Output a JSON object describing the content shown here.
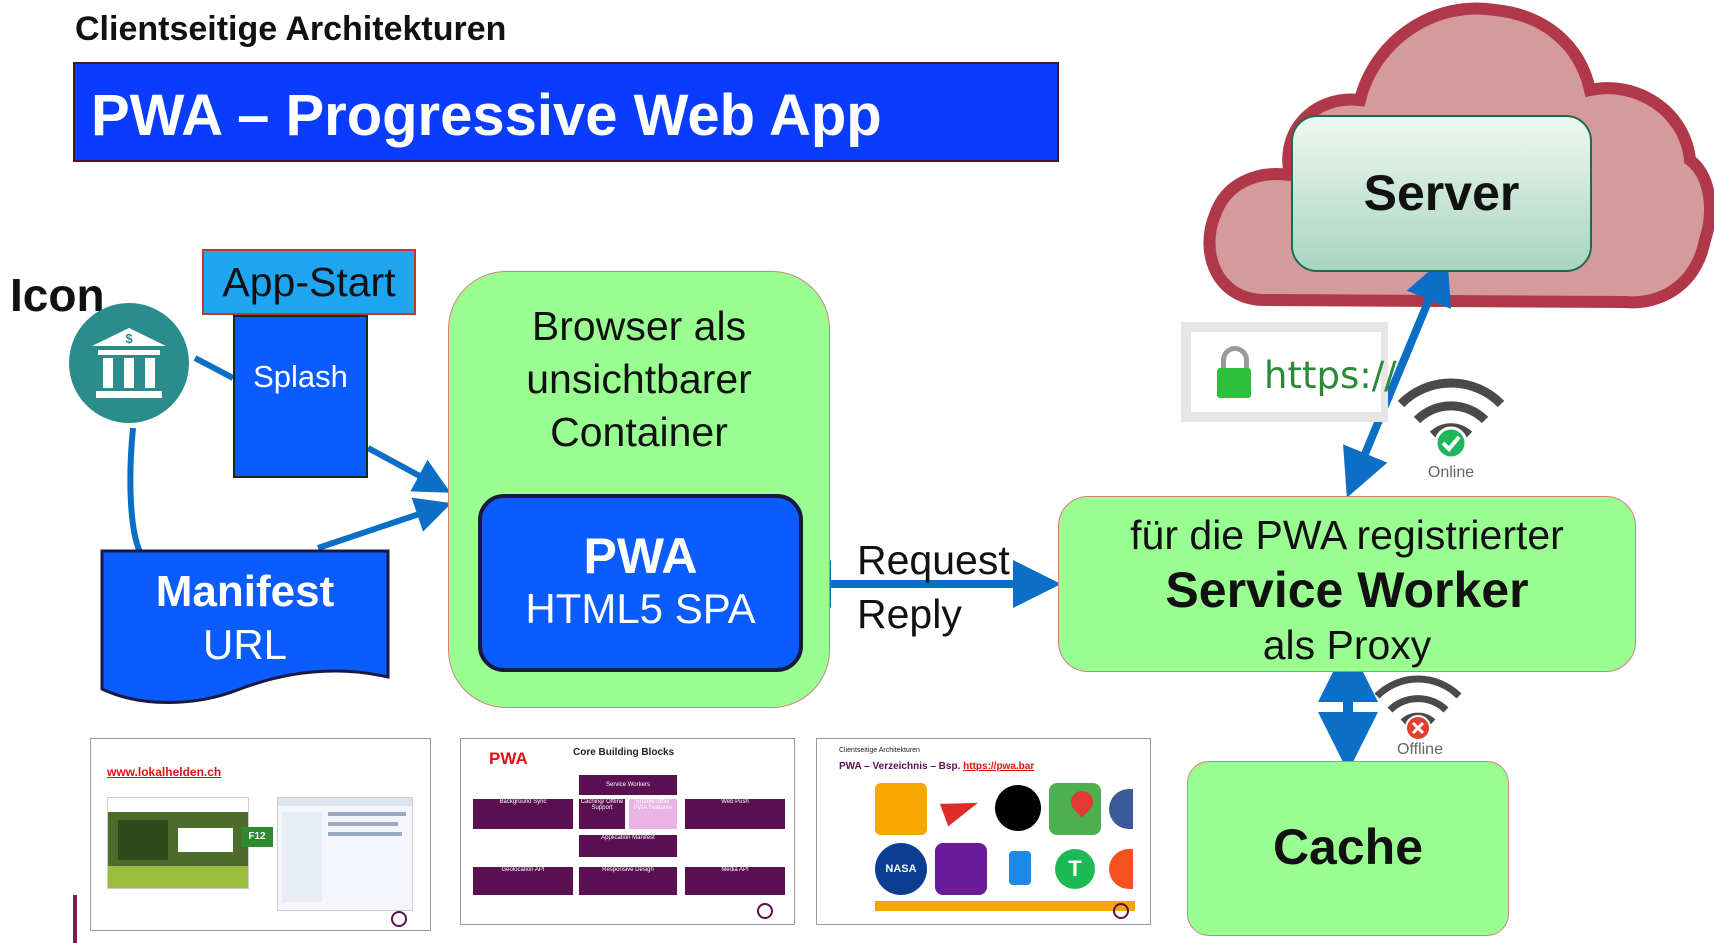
{
  "header": {
    "course_title": "Clientseitige Architekturen"
  },
  "slide": {
    "title": "PWA – Progressive Web App"
  },
  "left": {
    "icon_label": "Icon",
    "app_start_label": "App-Start",
    "splash_label": "Splash",
    "manifest_title": "Manifest",
    "manifest_sub": "URL"
  },
  "browser": {
    "line1": "Browser als",
    "line2": "unsichtbarer",
    "line3": "Container",
    "pwa_title": "PWA",
    "pwa_sub": "HTML5 SPA"
  },
  "connection": {
    "request": "Request",
    "reply": "Reply"
  },
  "service_worker": {
    "line1": "für die PWA registrierter",
    "line2": "Service Worker",
    "line3": "als Proxy"
  },
  "server": {
    "label": "Server",
    "https": "https://"
  },
  "status": {
    "online": "Online",
    "offline": "Offline"
  },
  "cache": {
    "label": "Cache"
  },
  "thumbnails": {
    "t1": {
      "site": "www.lokalhelden.ch",
      "key": "F12"
    },
    "t2": {
      "logo": "PWA",
      "heading": "Core Building Blocks",
      "blocks": {
        "service_workers": "Service Workers",
        "background_sync": "Background Sync",
        "caching": "Caching/ Offline Support",
        "enable_other": "Enable other PWA Features",
        "web_push": "Web Push",
        "app_manifest": "Application Manifest",
        "geolocation": "Geolocation API",
        "responsive": "Responsive Design",
        "media": "Media API"
      }
    },
    "t3": {
      "course": "Clientseitige Architekturen",
      "title_prefix": "PWA – Verzeichnis – Bsp. ",
      "title_link": "https://pwa.bar"
    }
  },
  "colors": {
    "title_blue": "#0a3cff",
    "box_blue": "#0a5cff",
    "box_green": "#99ff91",
    "arrow_blue": "#0b6fc6",
    "cloud_red": "#b03848",
    "cloud_fill": "#d49a9c",
    "teal_icon": "#2b8c8c"
  },
  "icons": [
    "bank-icon",
    "lock-icon",
    "wifi-online-icon",
    "wifi-offline-icon",
    "cloud-icon"
  ]
}
